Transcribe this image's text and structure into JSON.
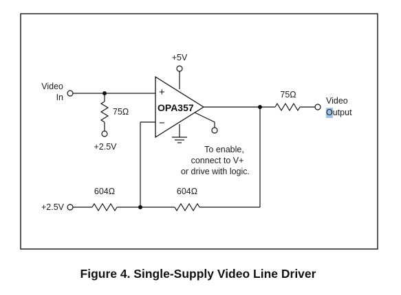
{
  "labels": {
    "video_in_line1": "Video",
    "video_in_line2": "In",
    "supply_top": "+5V",
    "r_input_term": "75Ω",
    "bias_input": "+2.5V",
    "amp_name": "OPA357",
    "amp_plus": "+",
    "amp_minus": "−",
    "enable_line1": "To enable,",
    "enable_line2": "connect to V+",
    "enable_line3": "or drive with logic.",
    "r_output": "75Ω",
    "video_out_line1": "Video",
    "video_out_line2_first": "O",
    "video_out_line2_rest": "utput",
    "r_gain": "604Ω",
    "r_feedback": "604Ω",
    "bias_gain": "+2.5V"
  },
  "caption": "Figure 4. Single-Supply Video Line Driver",
  "colors": {
    "line": "#111111",
    "highlight": "#9fc3e8"
  }
}
